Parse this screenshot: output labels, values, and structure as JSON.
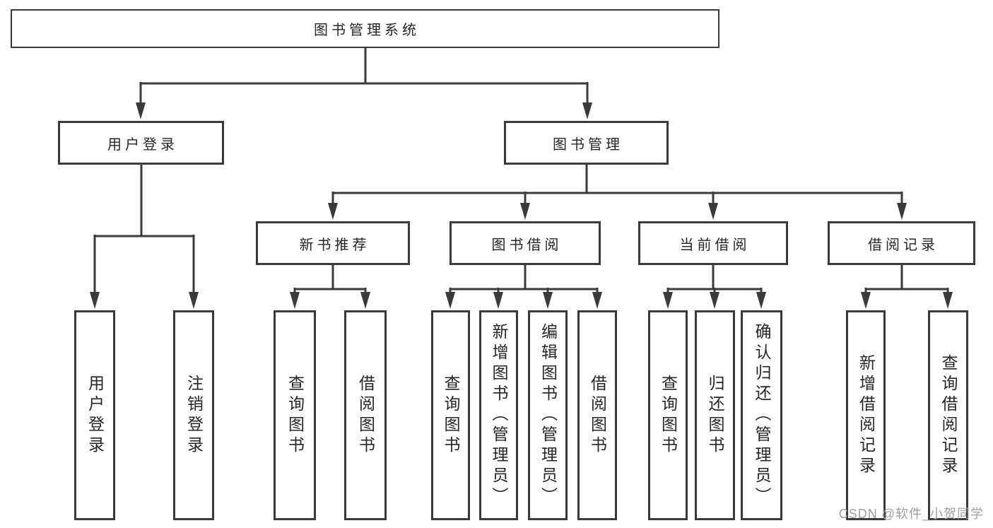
{
  "tree": {
    "label": "图书管理系统",
    "children": [
      {
        "label": "用户登录",
        "children": [
          {
            "label": "用户登录"
          },
          {
            "label": "注销登录"
          }
        ]
      },
      {
        "label": "图书管理",
        "children": [
          {
            "label": "新书推荐",
            "children": [
              {
                "label": "查询图书"
              },
              {
                "label": "借阅图书"
              }
            ]
          },
          {
            "label": "图书借阅",
            "children": [
              {
                "label": "查询图书"
              },
              {
                "label": "新增图书（管理员）"
              },
              {
                "label": "编辑图书（管理员）"
              },
              {
                "label": "借阅图书"
              }
            ]
          },
          {
            "label": "当前借阅",
            "children": [
              {
                "label": "查询图书"
              },
              {
                "label": "归还图书"
              },
              {
                "label": "确认归还（管理员）"
              }
            ]
          },
          {
            "label": "借阅记录",
            "children": [
              {
                "label": "新增借阅记录"
              },
              {
                "label": "查询借阅记录"
              }
            ]
          }
        ]
      }
    ]
  },
  "watermark": {
    "text": "CSDN @软件_小贺同学"
  },
  "colors": {
    "line": "#3a3a3a",
    "text": "#262626",
    "watermark": "#9f9f9f",
    "background": "#ffffff"
  }
}
